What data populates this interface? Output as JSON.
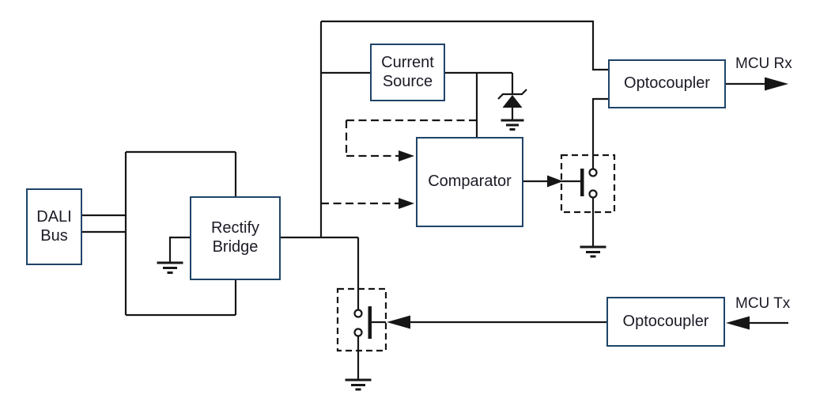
{
  "blocks": {
    "dali_bus": {
      "line1": "DALI",
      "line2": "Bus"
    },
    "rectify_bridge": {
      "line1": "Rectify",
      "line2": "Bridge"
    },
    "current_source": {
      "line1": "Current",
      "line2": "Source"
    },
    "comparator": {
      "label": "Comparator"
    },
    "optocoupler_rx": {
      "label": "Optocoupler"
    },
    "optocoupler_tx": {
      "label": "Optocoupler"
    }
  },
  "labels": {
    "mcu_rx": "MCU Rx",
    "mcu_tx": "MCU Tx"
  },
  "icons": {
    "ground": "earth-ground symbol (three stacked bars), 4 instances",
    "zener_diode": "zener diode to ground beside current source output",
    "transistor_switch": "transistor switch in dashed box, 2 instances",
    "arrowhead": "filled triangle signal-direction arrow"
  },
  "colors": {
    "box_border": "#1f4468",
    "wire": "#161616",
    "text": "#1b1b26",
    "background": "#ffffff"
  }
}
